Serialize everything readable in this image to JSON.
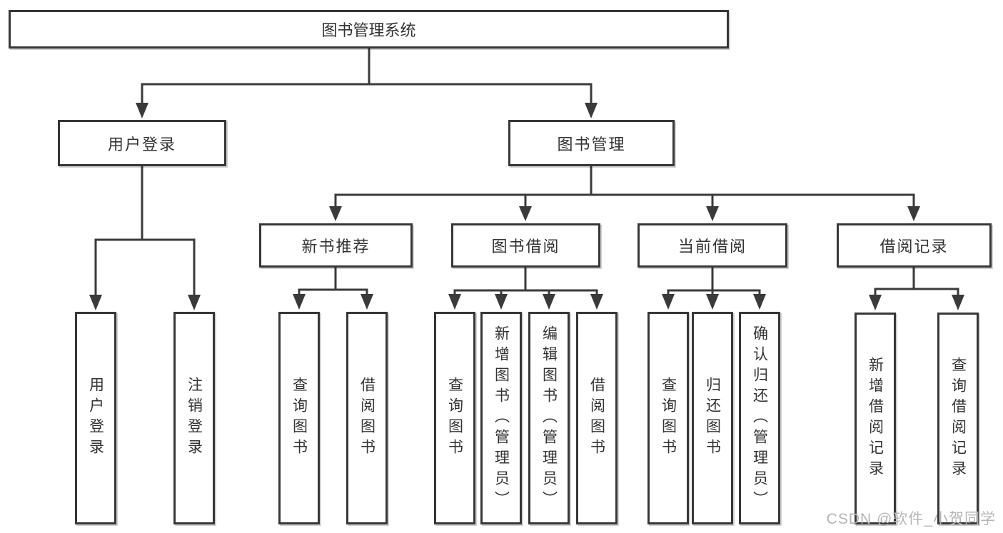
{
  "colors": {
    "line": "#3a3a3a",
    "box_border": "#373737",
    "box_fill": "#ffffff",
    "text": "#333333",
    "watermark": "#b5b5b5"
  },
  "tree": {
    "label": "图书管理系统",
    "children": [
      {
        "label": "用户登录",
        "children": [
          {
            "label": "用户登录"
          },
          {
            "label": "注销登录"
          }
        ]
      },
      {
        "label": "图书管理",
        "children": [
          {
            "label": "新书推荐",
            "children": [
              {
                "label": "查询图书"
              },
              {
                "label": "借阅图书"
              }
            ]
          },
          {
            "label": "图书借阅",
            "children": [
              {
                "label": "查询图书"
              },
              {
                "label": "新增图书（管理员）"
              },
              {
                "label": "编辑图书（管理员）"
              },
              {
                "label": "借阅图书"
              }
            ]
          },
          {
            "label": "当前借阅",
            "children": [
              {
                "label": "查询图书"
              },
              {
                "label": "归还图书"
              },
              {
                "label": "确认归还（管理员）"
              }
            ]
          },
          {
            "label": "借阅记录",
            "children": [
              {
                "label": "新增借阅记录"
              },
              {
                "label": "查询借阅记录"
              }
            ]
          }
        ]
      }
    ]
  },
  "watermark": "CSDN @软件_小贺同学"
}
